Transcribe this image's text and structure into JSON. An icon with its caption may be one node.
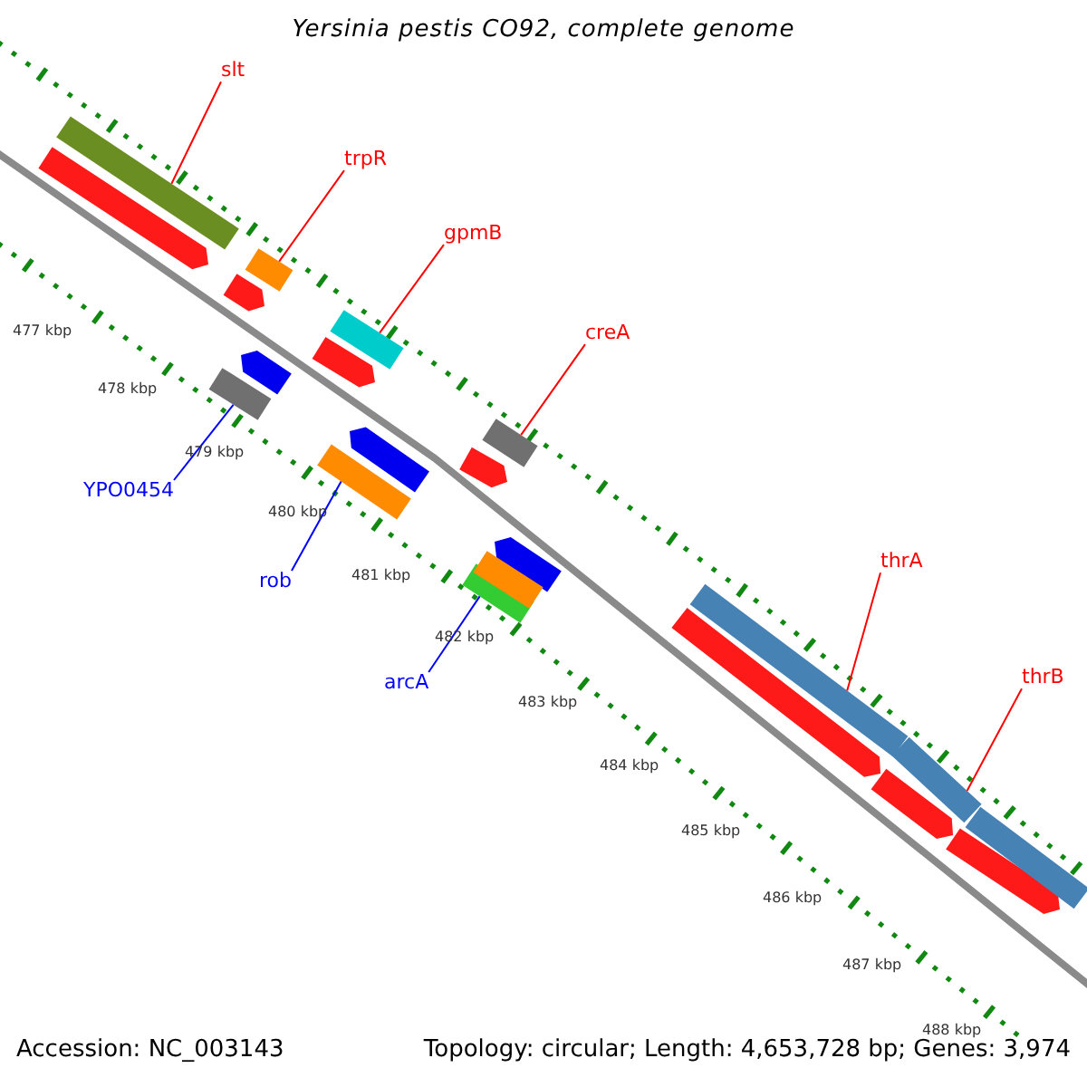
{
  "diagram": {
    "title": "Yersinia pestis CO92, complete genome",
    "nodes": [
      {
        "text": [
          "slt"
        ]
      },
      {
        "text": [],
        "shape": "bar"
      },
      {
        "text": [
          "trpR"
        ]
      },
      {
        "text": [],
        "shape": "bar"
      },
      {
        "text": [
          "gpmB"
        ]
      },
      {
        "text": [],
        "shape": "bar"
      },
      {
        "text": [
          "creA"
        ]
      },
      {
        "text": [],
        "shape": "bar"
      },
      {
        "text": [
          "YPO0454"
        ]
      },
      {
        "text": [],
        "shape": "bar"
      },
      {
        "text": [
          "rob"
        ]
      },
      {
        "text": [],
        "shape": "bar"
      },
      {
        "text": [
          "arcA"
        ]
      },
      {
        "text": [],
        "shape": "bar"
      },
      {
        "text": [
          "thrA"
        ]
      },
      {
        "text": [],
        "shape": "bar"
      },
      {
        "text": [
          "thrB"
        ]
      },
      {
        "text": [],
        "shape": "bar"
      },
      {
        "text": [],
        "shape": "bar"
      },
      {
        "text": [],
        "shape": "bar"
      },
      {
        "text": [],
        "shape": "bar"
      },
      {
        "text": [],
        "shape": "bar"
      },
      {
        "text": [],
        "shape": "bar"
      },
      {
        "text": [],
        "shape": "bar"
      },
      {
        "text": [],
        "shape": "bar"
      },
      {
        "text": [],
        "shape": "bar"
      },
      {
        "text": [],
        "shape": "bar"
      },
      {
        "text": [],
        "shape": "bar"
      },
      {
        "text": [],
        "shape": "bar"
      },
      {
        "text": [],
        "shape": "bar"
      }
    ],
    "edges": [
      {
        "from": 0,
        "to": 1,
        "arrow": "none"
      },
      {
        "from": 2,
        "to": 3,
        "arrow": "none"
      },
      {
        "from": 4,
        "to": 5,
        "arrow": "none"
      },
      {
        "from": 6,
        "to": 7,
        "arrow": "none"
      },
      {
        "from": 8,
        "to": 9,
        "arrow": "none",
        "color": "#0000ff"
      },
      {
        "from": 10,
        "to": 11,
        "arrow": "none",
        "color": "#0000ff"
      },
      {
        "from": 12,
        "to": 13,
        "arrow": "none",
        "color": "#0000ff"
      },
      {
        "from": 14,
        "to": 15,
        "arrow": "none"
      },
      {
        "from": 16,
        "to": 17,
        "arrow": "none"
      }
    ],
    "labels": [
      "477 kbp",
      "478 kbp",
      "479 kbp",
      "480 kbp",
      "481 kbp",
      "482 kbp",
      "483 kbp",
      "484 kbp",
      "485 kbp",
      "486 kbp",
      "487 kbp",
      "488 kbp",
      "Accession: NC_003143",
      "Topology: circular; Length: 4,653,728 bp; Genes: 3,974"
    ]
  }
}
